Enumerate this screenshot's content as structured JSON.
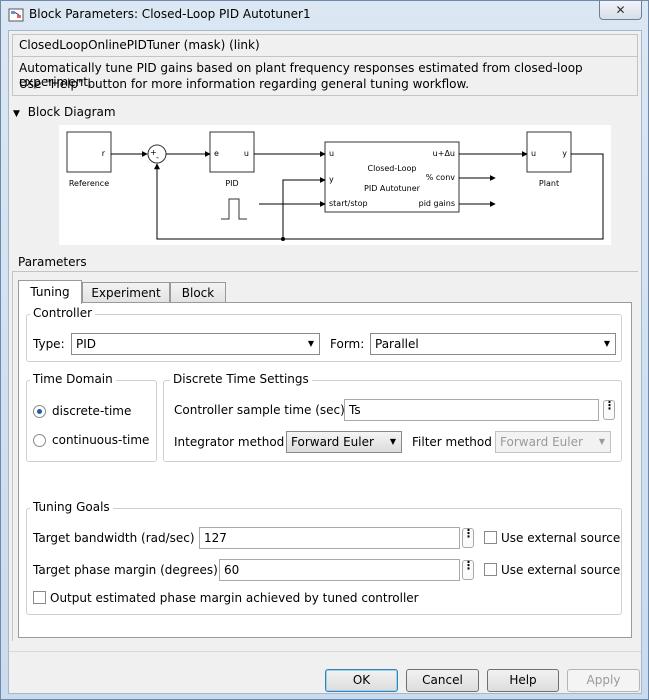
{
  "window": {
    "title": "Block Parameters: Closed-Loop PID Autotuner1",
    "close_glyph": "✕"
  },
  "mask": {
    "title": "ClosedLoopOnlinePIDTuner (mask) (link)",
    "description_line1": "Automatically tune PID gains based on plant frequency responses estimated from closed-loop experiment.",
    "description_line2": "Use \"Help\" button for more information regarding general tuning workflow."
  },
  "block_diagram": {
    "header": "Block Diagram",
    "reference": {
      "label": "Reference",
      "port_out": "r"
    },
    "sum": {
      "plus": "+",
      "minus": "-"
    },
    "pid": {
      "label": "PID",
      "port_in": "e",
      "port_out": "u"
    },
    "autotuner": {
      "line1": "Closed-Loop",
      "line2": "PID Autotuner",
      "in_u": "u",
      "in_y": "y",
      "in_start": "start/stop",
      "out_u": "u+Δu",
      "out_conv": "% conv",
      "out_gains": "pid gains"
    },
    "plant": {
      "label": "Plant",
      "port_in": "u",
      "port_out": "y"
    }
  },
  "parameters": {
    "header": "Parameters",
    "tabs": [
      {
        "label": "Tuning",
        "active": true
      },
      {
        "label": "Experiment",
        "active": false
      },
      {
        "label": "Block",
        "active": false
      }
    ],
    "controller": {
      "group": "Controller",
      "type_label": "Type:",
      "type_value": "PID",
      "form_label": "Form:",
      "form_value": "Parallel"
    },
    "time_domain": {
      "group": "Time Domain",
      "options": [
        {
          "label": "discrete-time",
          "selected": true
        },
        {
          "label": "continuous-time",
          "selected": false
        }
      ]
    },
    "discrete": {
      "group": "Discrete Time Settings",
      "sample_time_label": "Controller sample time (sec)",
      "sample_time_value": "Ts",
      "integrator_label": "Integrator method",
      "integrator_value": "Forward Euler",
      "filter_label": "Filter method",
      "filter_value": "Forward Euler"
    },
    "tuning_goals": {
      "group": "Tuning Goals",
      "bandwidth_label": "Target bandwidth (rad/sec)",
      "bandwidth_value": "127",
      "phase_label": "Target phase margin (degrees)",
      "phase_value": "60",
      "use_external": "Use external source",
      "output_margin_label": "Output estimated phase margin achieved by tuned controller",
      "dots_glyph": "⋮"
    }
  },
  "buttons": {
    "ok": "OK",
    "cancel": "Cancel",
    "help": "Help",
    "apply": "Apply"
  },
  "colors": {
    "accent": "#1e5ea8",
    "title_bg": "#dbe7f3"
  }
}
